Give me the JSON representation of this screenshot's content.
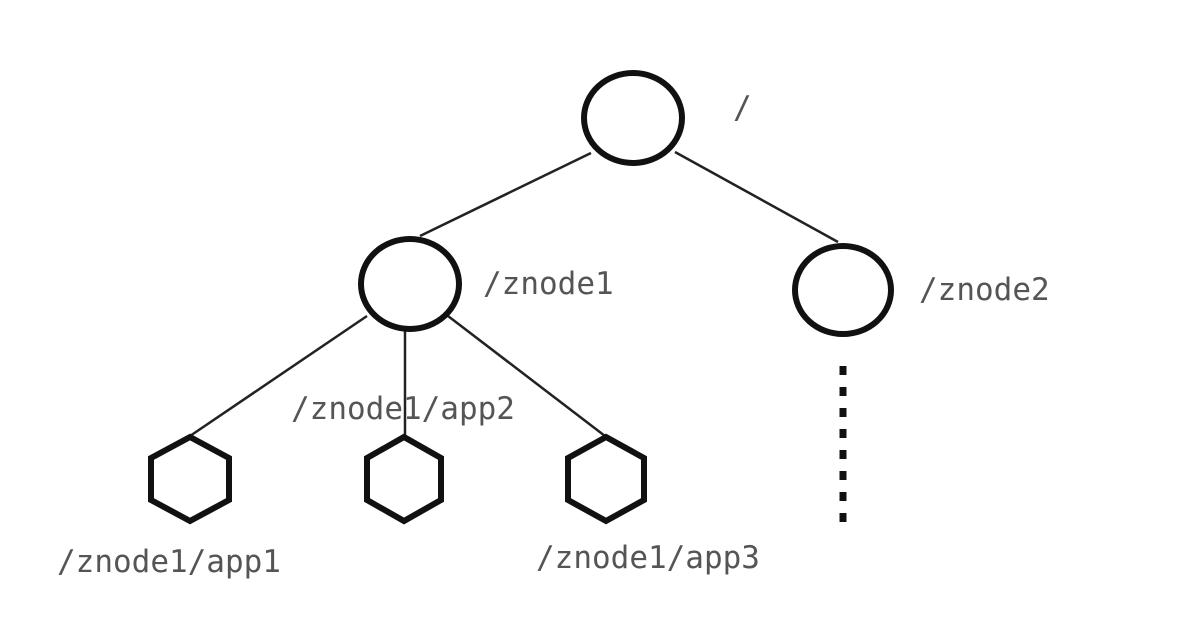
{
  "diagram": {
    "nodes": {
      "root": {
        "label": "/",
        "shape": "circle"
      },
      "znode1": {
        "label": "/znode1",
        "shape": "circle"
      },
      "znode2": {
        "label": "/znode2",
        "shape": "circle"
      },
      "app1": {
        "label": "/znode1/app1",
        "shape": "hexagon"
      },
      "app2": {
        "label": "/znode1/app2",
        "shape": "hexagon"
      },
      "app3": {
        "label": "/znode1/app3",
        "shape": "hexagon"
      }
    },
    "edges": [
      [
        "root",
        "znode1"
      ],
      [
        "root",
        "znode2"
      ],
      [
        "znode1",
        "app1"
      ],
      [
        "znode1",
        "app2"
      ],
      [
        "znode1",
        "app3"
      ]
    ],
    "continuation": {
      "below": "znode2",
      "style": "dotted-vertical"
    },
    "colors": {
      "stroke": "#111111",
      "edge": "#222222",
      "label": "#555555",
      "background": "#ffffff"
    }
  }
}
